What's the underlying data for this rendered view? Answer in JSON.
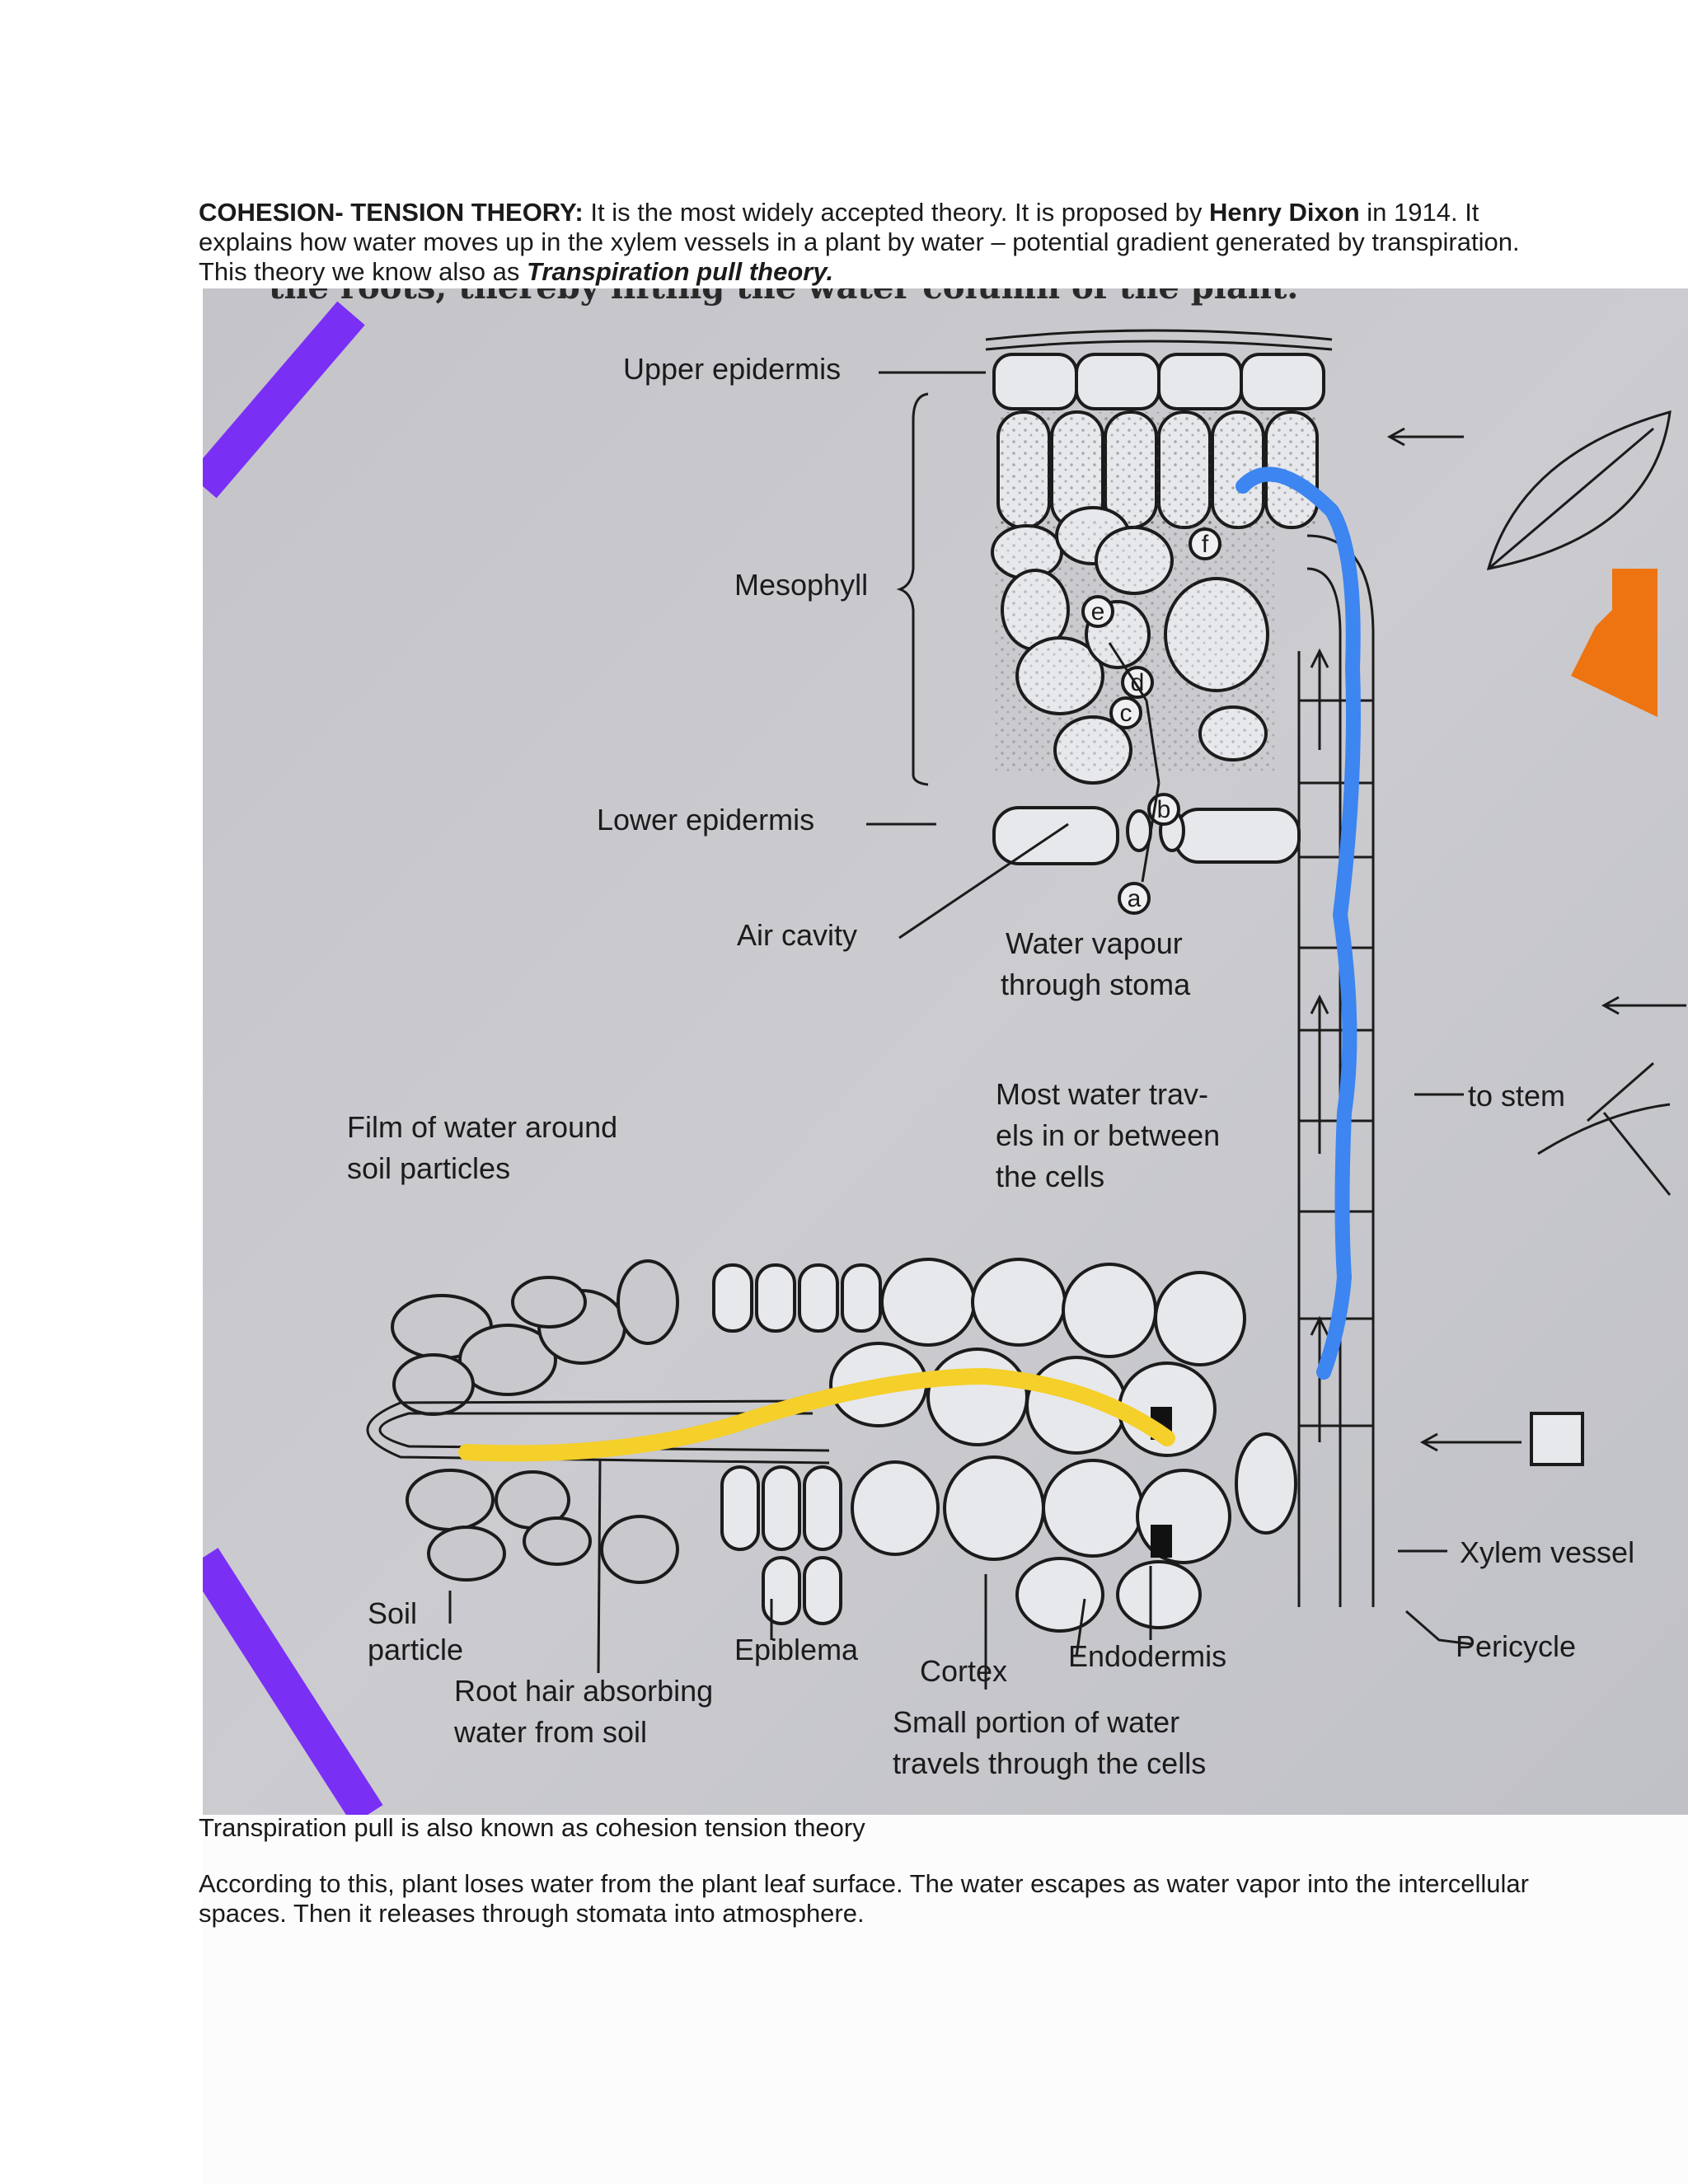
{
  "intro": {
    "heading": "COHESION- TENSION THEORY:",
    "text1": " It is the most widely accepted theory. It is proposed by ",
    "name": "Henry Dixon",
    "text2": " in 1914. It explains how water moves up in the xylem vessels in a plant by water – potential gradient generated by transpiration. This theory  we know also as ",
    "theory": "Transpiration pull theory."
  },
  "diagram": {
    "top_fragment": "the roots, thereby lifting the water column of the plant.",
    "labels": {
      "upper_epidermis": "Upper epidermis",
      "mesophyll": "Mesophyll",
      "lower_epidermis": "Lower epidermis",
      "air_cavity": "Air cavity",
      "water_vapour_1": "Water vapour",
      "water_vapour_2": "through stoma",
      "most_water_1": "Most water trav-",
      "most_water_2": "els in or between",
      "most_water_3": "the cells",
      "to_stem": "to stem",
      "film_1": "Film of water around",
      "film_2": "soil particles",
      "xylem_vessel": "Xylem vessel",
      "pericycle": "Pericycle",
      "soil_1": "Soil",
      "soil_2": "particle",
      "root_hair_1": "Root hair absorbing",
      "root_hair_2": "water from soil",
      "epiblema": "Epiblema",
      "cortex": "Cortex",
      "endodermis": "Endodermis",
      "small_portion_1": "Small portion of water",
      "small_portion_2": "travels through the cells"
    },
    "cell_letters": [
      "a",
      "b",
      "c",
      "d",
      "e",
      "f"
    ],
    "colors": {
      "paper": "#c6c7cc",
      "highlight_blue": "#3d85f0",
      "highlight_yellow": "#f5cf2a",
      "arrow_orange": "#ee7411",
      "marker_purple": "#7a2ff5"
    }
  },
  "caption": "Transpiration pull is also known as cohesion tension theory",
  "body": "According to this, plant loses water from the plant leaf surface. The water escapes as water vapor into the intercellular spaces. Then it releases through stomata into atmosphere."
}
